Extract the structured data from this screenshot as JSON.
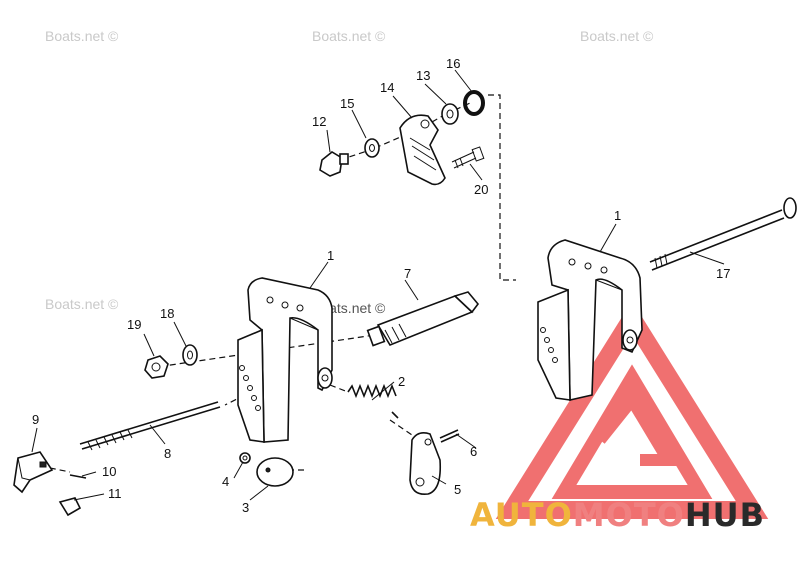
{
  "watermark": "Boats.net ©",
  "brand": {
    "part1": "AUTO",
    "part2": "MOTO",
    "part3": "HUB",
    "color1": "#f0b43c",
    "color2": "#f08080",
    "color3": "#2a2a2a",
    "logo_color": "#f07070"
  },
  "labels": {
    "p1a": "1",
    "p1b": "1",
    "p2": "2",
    "p3": "3",
    "p4": "4",
    "p5": "5",
    "p6": "6",
    "p7": "7",
    "p8": "8",
    "p9": "9",
    "p10": "10",
    "p11": "11",
    "p12": "12",
    "p13": "13",
    "p14": "14",
    "p15": "15",
    "p16": "16",
    "p17": "17",
    "p18": "18",
    "p19": "19",
    "p20": "20"
  }
}
